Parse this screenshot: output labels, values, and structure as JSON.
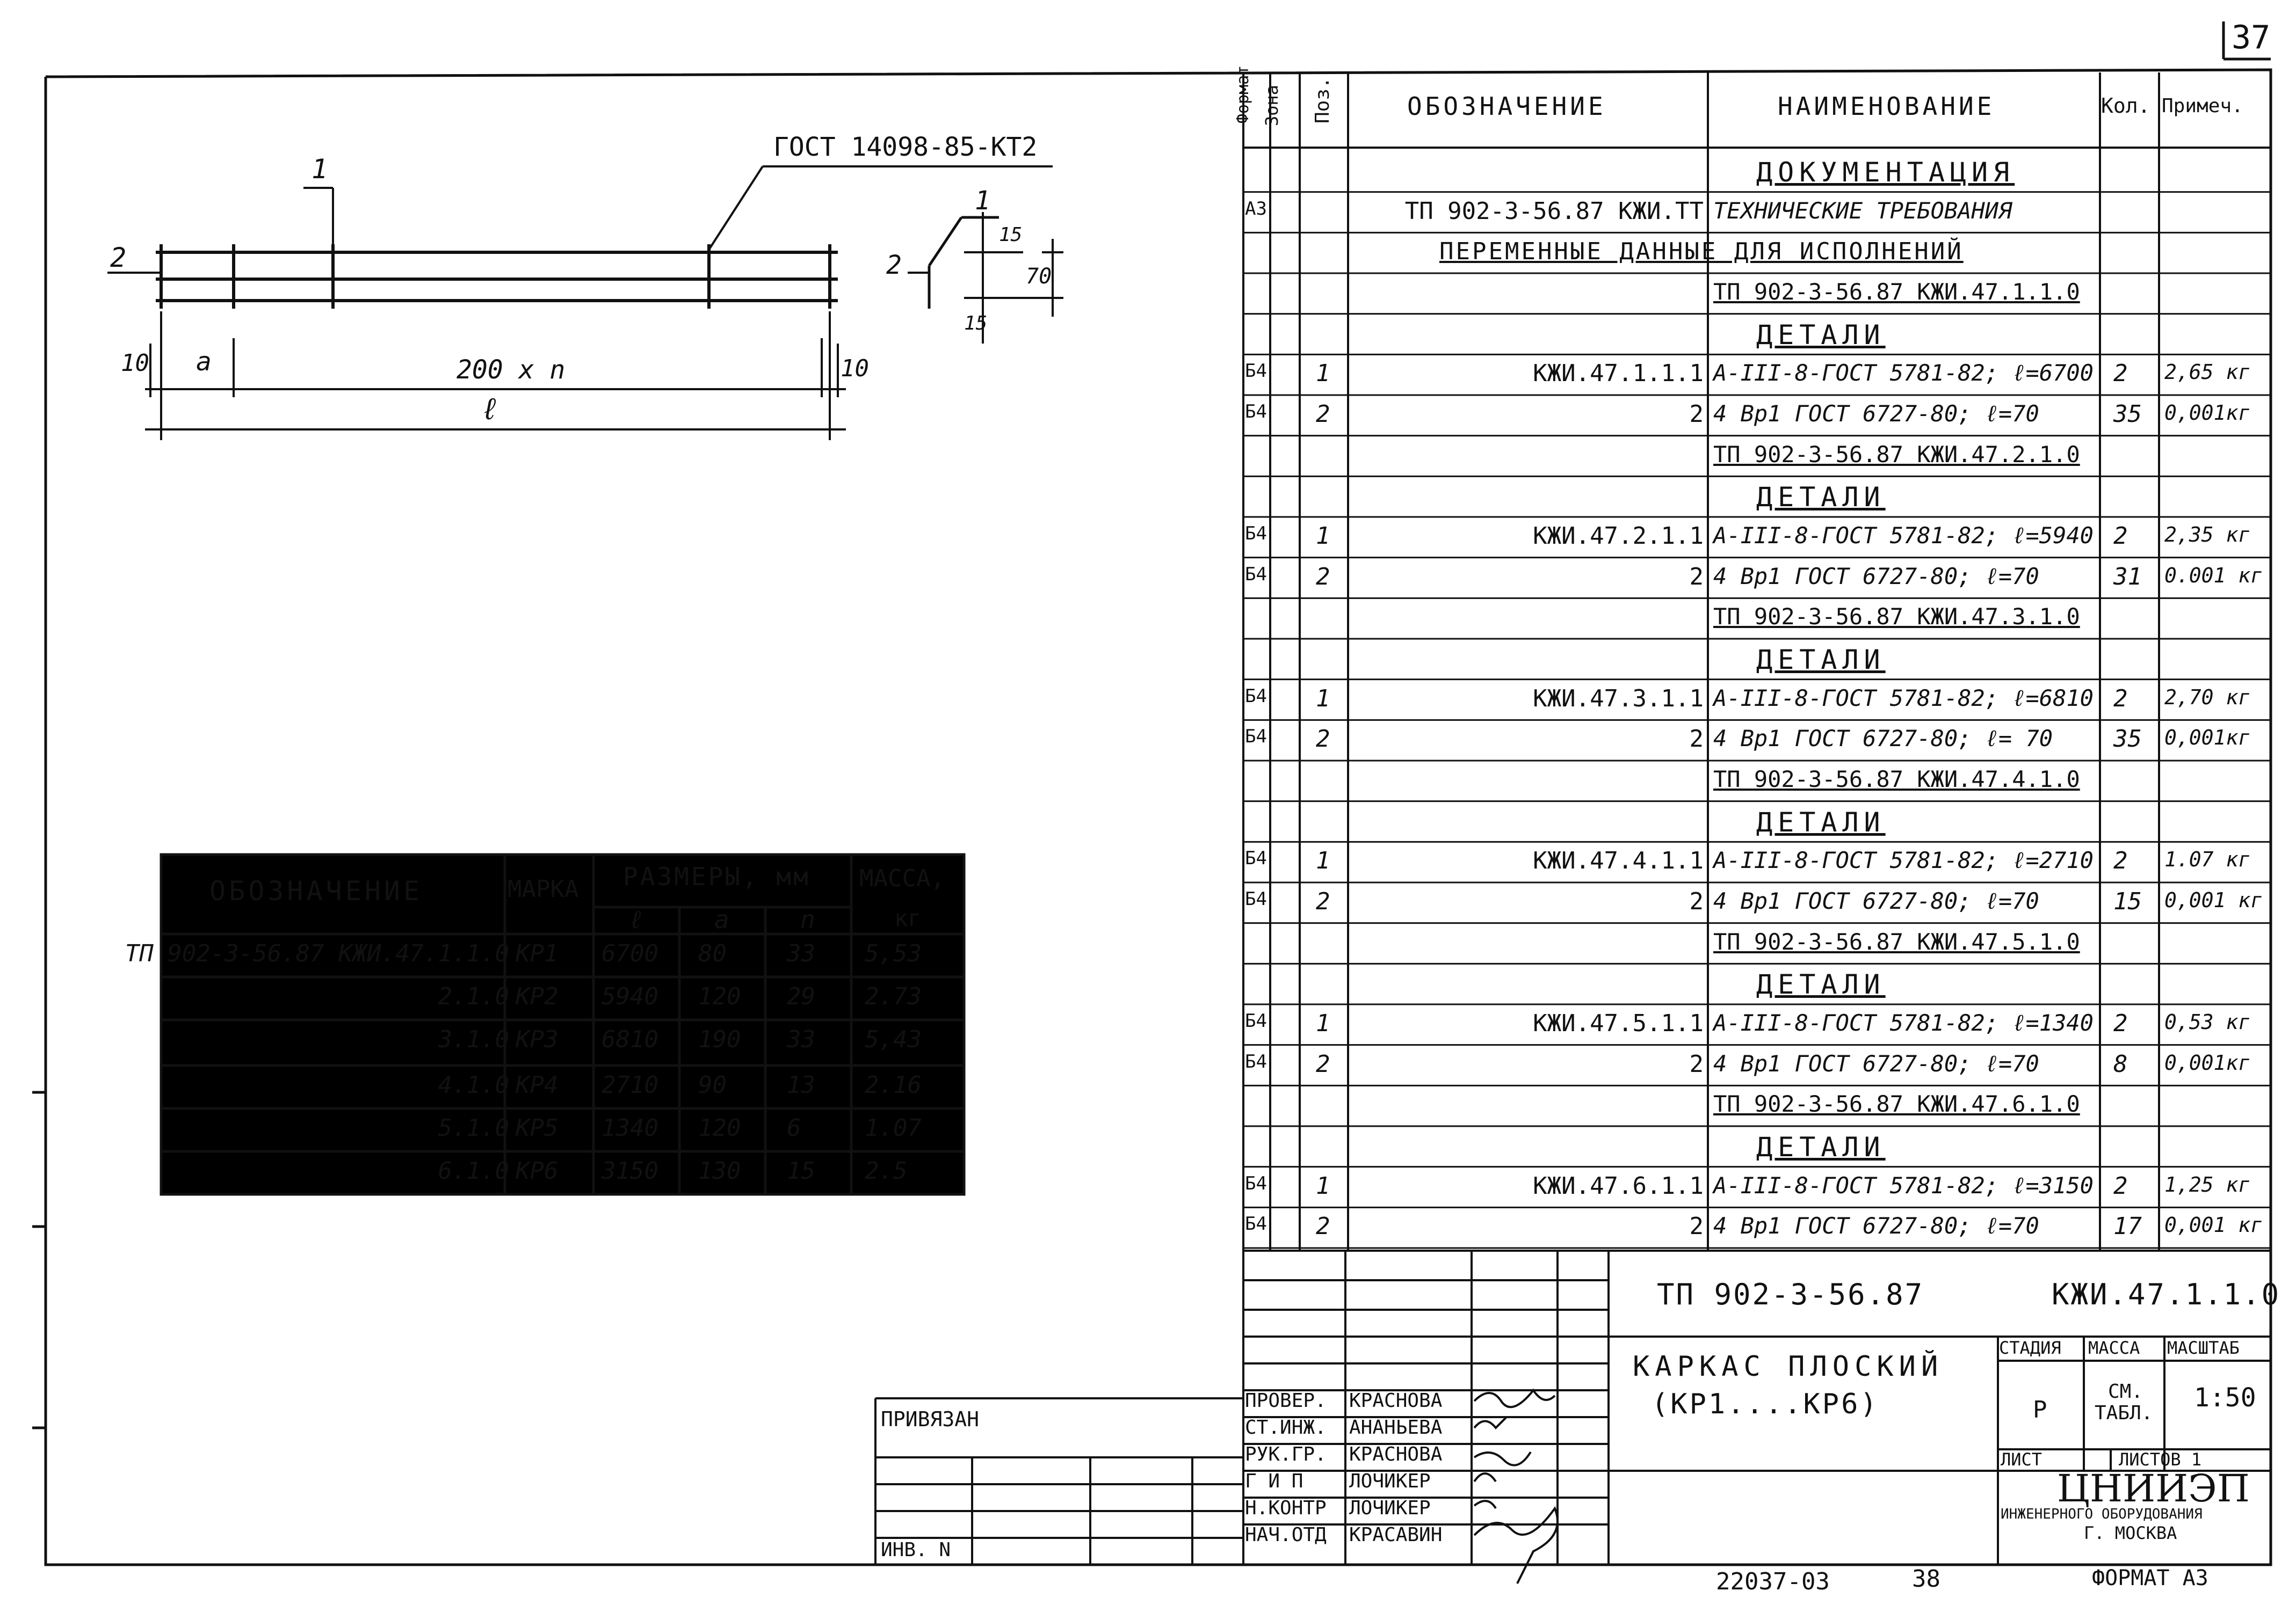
{
  "page_number": "37",
  "bottom": {
    "doc_number": "22037-03",
    "sheet_number": "38",
    "format": "ФОРМАТ А3"
  },
  "drawing": {
    "gost_label": "ГОСТ 14098-85-КТ2",
    "pos1": "1",
    "pos2": "2",
    "dim_10_left": "10",
    "dim_a": "a",
    "dim_200n": "200 x n",
    "dim_10_right": "10",
    "dim_l": "ℓ",
    "sec_pos1": "1",
    "sec_pos2": "2",
    "sec_dim_15a": "15",
    "sec_dim_70": "70",
    "sec_dim_15b": "15"
  },
  "variants_table": {
    "headers": {
      "designation": "ОБОЗНАЧЕНИЕ",
      "mark": "МАРКА",
      "sizes": "РАЗМЕРЫ, мм",
      "mass": "МАССА,",
      "mass_unit": "кг",
      "l": "ℓ",
      "a": "a",
      "n": "n"
    },
    "rows": [
      {
        "designation": "ТП 902-3-56.87 КЖИ.47.1.1.0",
        "mark": "КР1",
        "l": "6700",
        "a": "80",
        "n": "33",
        "mass": "5,53"
      },
      {
        "designation": "2.1.0",
        "mark": "КР2",
        "l": "5940",
        "a": "120",
        "n": "29",
        "mass": "2.73"
      },
      {
        "designation": "3.1.0",
        "mark": "КР3",
        "l": "6810",
        "a": "190",
        "n": "33",
        "mass": "5,43"
      },
      {
        "designation": "4.1.0",
        "mark": "КР4",
        "l": "2710",
        "a": "90",
        "n": "13",
        "mass": "2.16"
      },
      {
        "designation": "5.1.0",
        "mark": "КР5",
        "l": "1340",
        "a": "120",
        "n": "6",
        "mass": "1.07"
      },
      {
        "designation": "6.1.0",
        "mark": "КР6",
        "l": "3150",
        "a": "130",
        "n": "15",
        "mass": "2.5"
      }
    ]
  },
  "spec": {
    "headers": {
      "format": "Формат",
      "zone": "Зона",
      "pos": "Поз.",
      "designation": "ОБОЗНАЧЕНИЕ",
      "name": "НАИМЕНОВАНИЕ",
      "qty": "Кол.",
      "note": "Примеч."
    },
    "rows": [
      {
        "fmt": "",
        "pos": "",
        "des": "",
        "name": "ДОКУМЕНТАЦИЯ",
        "qty": "",
        "note": "",
        "kind": "section"
      },
      {
        "fmt": "А3",
        "pos": "",
        "des": "ТП 902-3-56.87 КЖИ.ТТ",
        "name": "ТЕХНИЧЕСКИЕ ТРЕБОВАНИЯ",
        "qty": "",
        "note": "",
        "kind": "item"
      },
      {
        "fmt": "",
        "pos": "",
        "des": "",
        "name": "ПЕРЕМЕННЫЕ ДАННЫЕ ДЛЯ ИСПОЛНЕНИЙ",
        "qty": "",
        "note": "",
        "kind": "wide"
      },
      {
        "fmt": "",
        "pos": "",
        "des": "",
        "name": "ТП 902-3-56.87 КЖИ.47.1.1.0",
        "qty": "",
        "note": "",
        "kind": "sub"
      },
      {
        "fmt": "",
        "pos": "",
        "des": "",
        "name": "ДЕТАЛИ",
        "qty": "",
        "note": "",
        "kind": "section"
      },
      {
        "fmt": "Б4",
        "pos": "1",
        "des": "КЖИ.47.1.1.1",
        "name": "А-III-8-ГОСТ 5781-82; ℓ=6700",
        "qty": "2",
        "note": "2,65 кг",
        "kind": "item"
      },
      {
        "fmt": "Б4",
        "pos": "2",
        "des": "2",
        "name": "4 Вр1 ГОСТ 6727-80; ℓ=70",
        "qty": "35",
        "note": "0,001кг",
        "kind": "item"
      },
      {
        "fmt": "",
        "pos": "",
        "des": "",
        "name": "ТП 902-3-56.87 КЖИ.47.2.1.0",
        "qty": "",
        "note": "",
        "kind": "sub"
      },
      {
        "fmt": "",
        "pos": "",
        "des": "",
        "name": "ДЕТАЛИ",
        "qty": "",
        "note": "",
        "kind": "section"
      },
      {
        "fmt": "Б4",
        "pos": "1",
        "des": "КЖИ.47.2.1.1",
        "name": "А-III-8-ГОСТ 5781-82; ℓ=5940",
        "qty": "2",
        "note": "2,35 кг",
        "kind": "item"
      },
      {
        "fmt": "Б4",
        "pos": "2",
        "des": "2",
        "name": "4 Вр1 ГОСТ 6727-80; ℓ=70",
        "qty": "31",
        "note": "0.001 кг",
        "kind": "item"
      },
      {
        "fmt": "",
        "pos": "",
        "des": "",
        "name": "ТП 902-3-56.87 КЖИ.47.3.1.0",
        "qty": "",
        "note": "",
        "kind": "sub"
      },
      {
        "fmt": "",
        "pos": "",
        "des": "",
        "name": "ДЕТАЛИ",
        "qty": "",
        "note": "",
        "kind": "section"
      },
      {
        "fmt": "Б4",
        "pos": "1",
        "des": "КЖИ.47.3.1.1",
        "name": "А-III-8-ГОСТ 5781-82; ℓ=6810",
        "qty": "2",
        "note": "2,70 кг",
        "kind": "item"
      },
      {
        "fmt": "Б4",
        "pos": "2",
        "des": "2",
        "name": "4 Вр1 ГОСТ 6727-80; ℓ= 70",
        "qty": "35",
        "note": "0,001кг",
        "kind": "item"
      },
      {
        "fmt": "",
        "pos": "",
        "des": "",
        "name": "ТП 902-3-56.87 КЖИ.47.4.1.0",
        "qty": "",
        "note": "",
        "kind": "sub"
      },
      {
        "fmt": "",
        "pos": "",
        "des": "",
        "name": "ДЕТАЛИ",
        "qty": "",
        "note": "",
        "kind": "section"
      },
      {
        "fmt": "Б4",
        "pos": "1",
        "des": "КЖИ.47.4.1.1",
        "name": "А-III-8-ГОСТ 5781-82; ℓ=2710",
        "qty": "2",
        "note": "1.07 кг",
        "kind": "item"
      },
      {
        "fmt": "Б4",
        "pos": "2",
        "des": "2",
        "name": "4 Вр1 ГОСТ 6727-80; ℓ=70",
        "qty": "15",
        "note": "0,001 кг",
        "kind": "item"
      },
      {
        "fmt": "",
        "pos": "",
        "des": "",
        "name": "ТП 902-3-56.87 КЖИ.47.5.1.0",
        "qty": "",
        "note": "",
        "kind": "sub"
      },
      {
        "fmt": "",
        "pos": "",
        "des": "",
        "name": "ДЕТАЛИ",
        "qty": "",
        "note": "",
        "kind": "section"
      },
      {
        "fmt": "Б4",
        "pos": "1",
        "des": "КЖИ.47.5.1.1",
        "name": "А-III-8-ГОСТ 5781-82; ℓ=1340",
        "qty": "2",
        "note": "0,53 кг",
        "kind": "item"
      },
      {
        "fmt": "Б4",
        "pos": "2",
        "des": "2",
        "name": "4 Вр1 ГОСТ 6727-80; ℓ=70",
        "qty": "8",
        "note": "0,001кг",
        "kind": "item"
      },
      {
        "fmt": "",
        "pos": "",
        "des": "",
        "name": "ТП 902-3-56.87 КЖИ.47.6.1.0",
        "qty": "",
        "note": "",
        "kind": "sub"
      },
      {
        "fmt": "",
        "pos": "",
        "des": "",
        "name": "ДЕТАЛИ",
        "qty": "",
        "note": "",
        "kind": "section"
      },
      {
        "fmt": "Б4",
        "pos": "1",
        "des": "КЖИ.47.6.1.1",
        "name": "А-III-8-ГОСТ 5781-82; ℓ=3150",
        "qty": "2",
        "note": "1,25 кг",
        "kind": "item"
      },
      {
        "fmt": "Б4",
        "pos": "2",
        "des": "2",
        "name": "4 Вр1 ГОСТ 6727-80; ℓ=70",
        "qty": "17",
        "note": "0,001 кг",
        "kind": "item"
      }
    ]
  },
  "titleblock": {
    "project": "ТП 902-3-56.87",
    "code": "КЖИ.47.1.1.0",
    "title_line1": "КАРКАС ПЛОСКИЙ",
    "title_line2": "(КР1....КР6)",
    "stage_h": "СТАДИЯ",
    "mass_h": "МАССА",
    "scale_h": "МАСШТАБ",
    "stage": "Р",
    "mass_line1": "СМ.",
    "mass_line2": "ТАБЛ.",
    "scale": "1:50",
    "sheet_h": "ЛИСТ",
    "sheets": "ЛИСТОВ 1",
    "org": "ЦНИИЭП",
    "org_sub": "ИНЖЕНЕРНОГО ОБОРУДОВАНИЯ",
    "city": "Г. МОСКВА",
    "binding": "ПРИВЯЗАН",
    "inv": "ИНВ. N",
    "roles": [
      {
        "role": "ПРОВЕР.",
        "name": "КРАСНОВА"
      },
      {
        "role": "СТ.ИНЖ.",
        "name": "АНАНЬЕВА"
      },
      {
        "role": "РУК.ГР.",
        "name": "КРАСНОВА"
      },
      {
        "role": "Г И П",
        "name": "ЛОЧИКЕР"
      },
      {
        "role": "Н.КОНТР",
        "name": "ЛОЧИКЕР"
      },
      {
        "role": "НАЧ.ОТД",
        "name": "КРАСАВИН"
      }
    ]
  }
}
